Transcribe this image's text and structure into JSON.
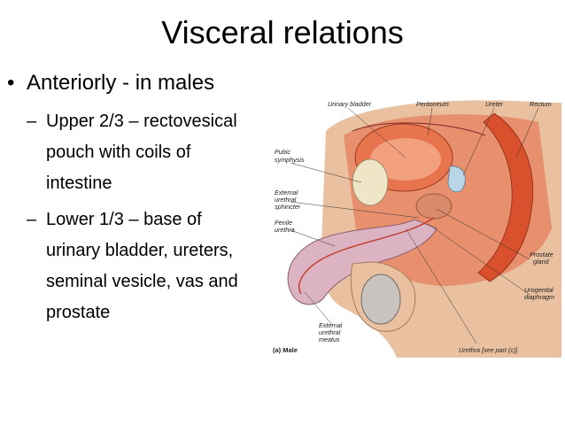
{
  "slide": {
    "title": "Visceral relations",
    "bullet": "Anteriorly - in males",
    "sub1": {
      "lines": [
        "Upper 2/3 – rectovesical",
        "pouch with coils of",
        "intestine"
      ]
    },
    "sub2": {
      "lines": [
        "Lower 1/3 – base of",
        "urinary bladder, ureters,",
        "seminal vesicle, vas and",
        "prostate"
      ]
    }
  },
  "figure": {
    "caption": "(a) Male",
    "labels": {
      "urinary_bladder": "Urinary bladder",
      "peritoneum": "Peritoneum",
      "ureter": "Ureter",
      "rectum": "Rectum",
      "pubic": "Pubic",
      "symphysis": "symphysis",
      "ext_sph_1": "External",
      "ext_sph_2": "urethral",
      "ext_sph_3": "sphincter",
      "penile_1": "Penile",
      "penile_2": "urethra",
      "prostate_1": "Prostate",
      "prostate_2": "gland",
      "urogenital_1": "Urogenital",
      "urogenital_2": "diaphragm",
      "meatus_1": "External",
      "meatus_2": "urethral",
      "meatus_3": "meatus",
      "urethra": "Urethra [see part (c)]"
    },
    "colors": {
      "skin": "#e9c1a0",
      "flesh": "#e88f6e",
      "bladder": "#e8744e",
      "bone": "#efe6c8",
      "rectum": "#d9502c",
      "testis": "#c9c3c0"
    }
  }
}
